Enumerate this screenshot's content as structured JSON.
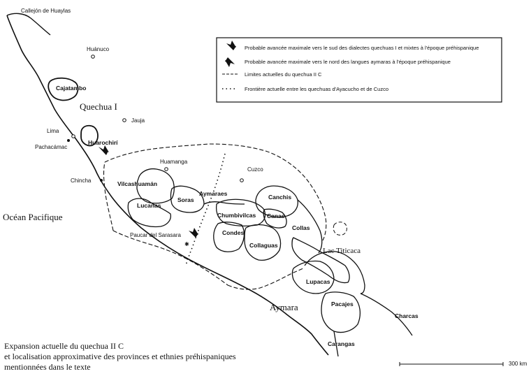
{
  "regions": {
    "quechua1": "Quechua I",
    "ocean": "Océan Pacifique",
    "aymara": "Aymara",
    "lake": "Lac Titicaca"
  },
  "places": {
    "callejon": "Callejón de Huaylas",
    "huanuco": "Huánuco",
    "cajatambo": "Cajatambo",
    "jauja": "Jauja",
    "lima": "Lima",
    "pachacamac": "Pachacámac",
    "huarochiri": "Huarochirí",
    "chincha": "Chincha",
    "huamanga": "Huamanga",
    "cuzco": "Cuzco",
    "paucar": "Paucar del Sarasara"
  },
  "provinces": {
    "vilcashuaman": "Vilcashuamán",
    "lucanas": "Lucanas",
    "soras": "Soras",
    "aymaraes": "Aymaraes",
    "chumbivilcas": "Chumbivilcas",
    "condes": "Condes",
    "collaguas": "Collaguas",
    "canchis": "Canchis",
    "canas": "Canas",
    "collas": "Collas",
    "lupacas": "Lupacas",
    "pacajes": "Pacajes",
    "charcas": "Charcas",
    "carangas": "Carangas"
  },
  "legend": {
    "item1": "Probable avancée maximale vers le sud des dialectes quechuas I et mixtes à l'époque préhispanique",
    "item2": "Probable avancée maximale vers le nord des langues aymaras à l'époque préhispanique",
    "item3": "Limites actuelles du quechua II C",
    "item4": "Frontière actuelle entre les quechuas d'Ayacucho et de Cuzco"
  },
  "caption": {
    "line1": "Expansion actuelle du quechua II C",
    "line2": "et localisation approximative des provinces et ethnies préhispaniques",
    "line3": "mentionnées dans le texte"
  },
  "scale": "300 km"
}
